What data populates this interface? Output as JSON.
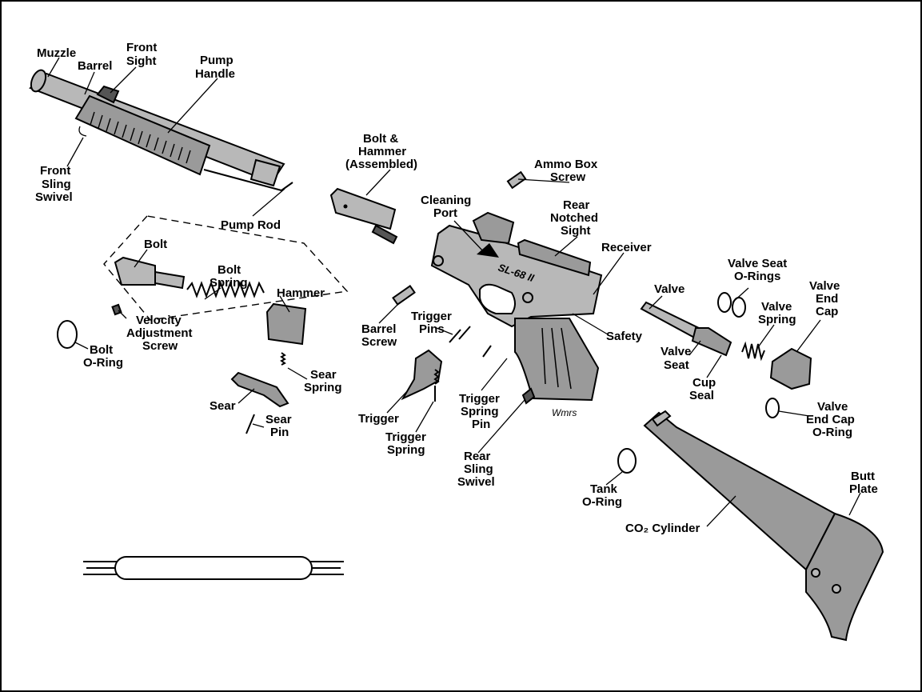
{
  "labels": {
    "muzzle": "Muzzle",
    "barrel": "Barrel",
    "front_sight": [
      "Front",
      "Sight"
    ],
    "pump_handle": [
      "Pump",
      "Handle"
    ],
    "front_sling_swivel": [
      "Front",
      "Sling",
      "Swivel"
    ],
    "pump_rod": "Pump Rod",
    "bolt_hammer": [
      "Bolt &",
      "Hammer",
      "(Assembled)"
    ],
    "ammo_box_screw": [
      "Ammo Box",
      "Screw"
    ],
    "cleaning_port": [
      "Cleaning",
      "Port"
    ],
    "rear_notched_sight": [
      "Rear",
      "Notched",
      "Sight"
    ],
    "receiver": "Receiver",
    "bolt": "Bolt",
    "bolt_spring": [
      "Bolt",
      "Spring"
    ],
    "hammer": "Hammer",
    "velocity_adjustment_screw": [
      "Velocity",
      "Adjustment",
      "Screw"
    ],
    "bolt_o_ring": [
      "Bolt",
      "O-Ring"
    ],
    "sear_spring": [
      "Sear",
      "Spring"
    ],
    "sear": "Sear",
    "sear_pin": [
      "Sear",
      "Pin"
    ],
    "barrel_screw": [
      "Barrel",
      "Screw"
    ],
    "trigger_pins": [
      "Trigger",
      "Pins"
    ],
    "trigger": "Trigger",
    "trigger_spring": [
      "Trigger",
      "Spring"
    ],
    "trigger_spring_pin": [
      "Trigger",
      "Spring",
      "Pin"
    ],
    "rear_sling_swivel": [
      "Rear",
      "Sling",
      "Swivel"
    ],
    "safety": "Safety",
    "valve": "Valve",
    "valve_seat_o_rings": [
      "Valve Seat",
      "O-Rings"
    ],
    "valve_spring": [
      "Valve",
      "Spring"
    ],
    "valve_end_cap": [
      "Valve",
      "End",
      "Cap"
    ],
    "valve_seat": [
      "Valve",
      "Seat"
    ],
    "cup_seal": [
      "Cup",
      "Seal"
    ],
    "valve_end_cap_o_ring": [
      "Valve",
      "End Cap",
      "O-Ring"
    ],
    "tank_o_ring": [
      "Tank",
      "O-Ring"
    ],
    "co2_cylinder": "CO₂ Cylinder",
    "butt_plate": [
      "Butt",
      "Plate"
    ]
  },
  "receiver_marking": "SL-68 II",
  "grip_signature": "Wmrs"
}
